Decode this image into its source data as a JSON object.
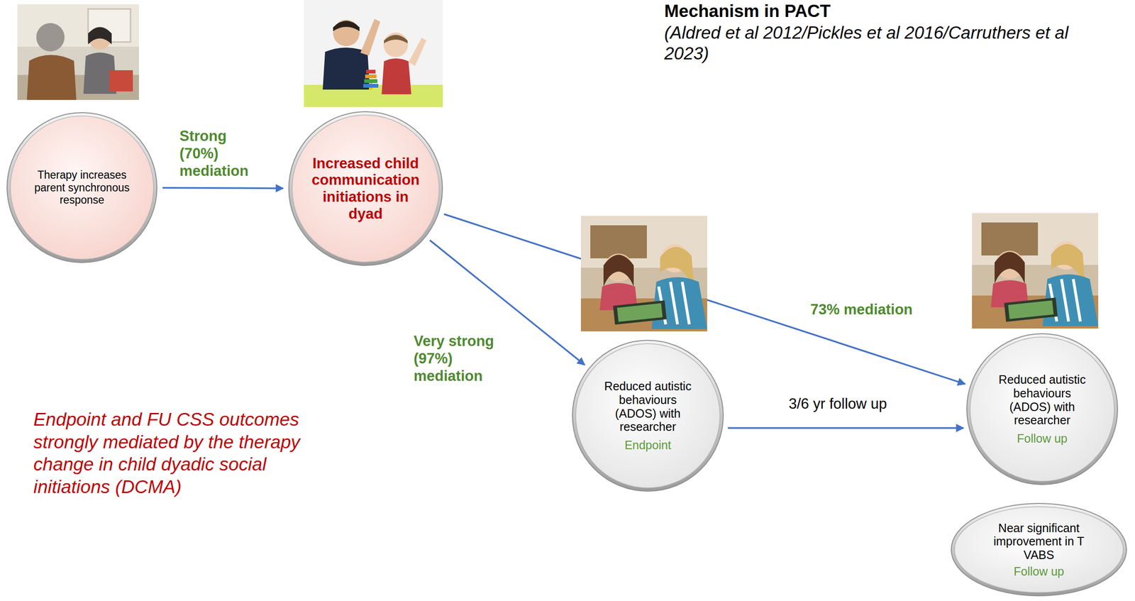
{
  "diagram": {
    "title": "Mechanism in PACT",
    "nodes": [
      {
        "text": [
          "Therapy increases parent synchronous response"
        ]
      },
      {
        "text": [
          "Increased child communication initiations in dyad"
        ]
      },
      {
        "text": [
          "Reduced autistic behaviours (ADOS) with researcher",
          "Endpoint"
        ]
      },
      {
        "text": [
          "Reduced autistic behaviours (ADOS) with researcher",
          "Follow up"
        ]
      },
      {
        "text": [
          "Near significant improvement in T VABS",
          "Follow up"
        ]
      }
    ],
    "edges": [
      {
        "from": 0,
        "to": 1,
        "label": "Strong (70%) mediation",
        "arrow": "to"
      },
      {
        "from": 1,
        "to": 2,
        "label": "Very strong (97%) mediation",
        "arrow": "to"
      },
      {
        "from": 1,
        "to": 3,
        "label": "73% mediation",
        "arrow": "to"
      },
      {
        "from": 2,
        "to": 3,
        "label": "3/6 yr follow up",
        "arrow": "to"
      }
    ],
    "labels": [
      "(Aldred et al 2012/Pickles et al 2016/Carruthers et al 2023)",
      "Endpoint and FU CSS outcomes strongly mediated by the therapy change in child dyadic social initiations (DCMA)"
    ]
  }
}
